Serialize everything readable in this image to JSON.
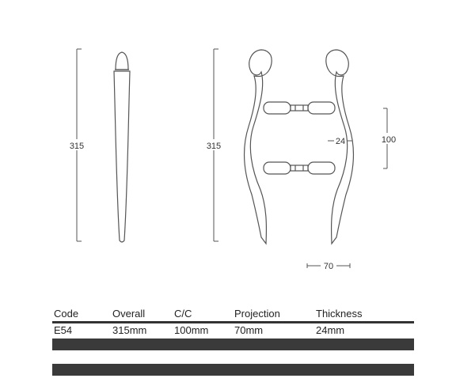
{
  "dimensions": {
    "side_height": "315",
    "front_height": "315",
    "bar_diameter": "24",
    "centers": "100",
    "projection": "70"
  },
  "spec_table": {
    "headers": [
      "Code",
      "Overall",
      "C/C",
      "Projection",
      "Thickness"
    ],
    "rows": [
      [
        "E54",
        "315mm",
        "100mm",
        "70mm",
        "24mm"
      ]
    ]
  }
}
